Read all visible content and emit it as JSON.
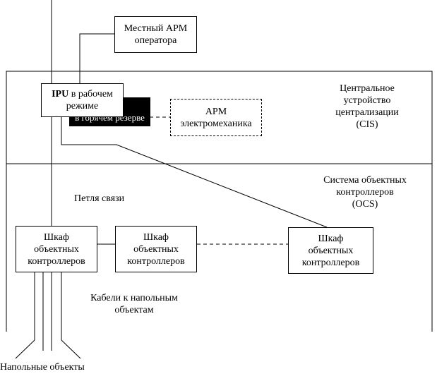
{
  "local_arm": {
    "line1": "Местный АРМ",
    "line2": "оператора"
  },
  "ipu_active": {
    "bold": "IPU",
    "rest": " в рабочем",
    "line2": "режиме"
  },
  "ipu_standby": {
    "label": "в горячем резерве"
  },
  "arm_electro": {
    "line1": "АРМ",
    "line2": "электромеханика"
  },
  "cis_label": {
    "line1": "Центральное",
    "line2": "устройство",
    "line3": "централизации",
    "line4": "(CIS)"
  },
  "ocs_label": {
    "line1": "Система объектных",
    "line2": "контроллеров",
    "line3": "(OCS)"
  },
  "loop_label": "Петля связи",
  "cabinet_1": {
    "line1": "Шкаф",
    "line2": "объектных",
    "line3": "контроллеров"
  },
  "cabinet_2": {
    "line1": "Шкаф",
    "line2": "объектных",
    "line3": "контроллеров"
  },
  "cabinet_3": {
    "line1": "Шкаф",
    "line2": "объектных",
    "line3": "контроллеров"
  },
  "cables_label": {
    "line1": "Кабели к напольным",
    "line2": "объектам"
  },
  "field_objects_label": "Напольные объекты"
}
